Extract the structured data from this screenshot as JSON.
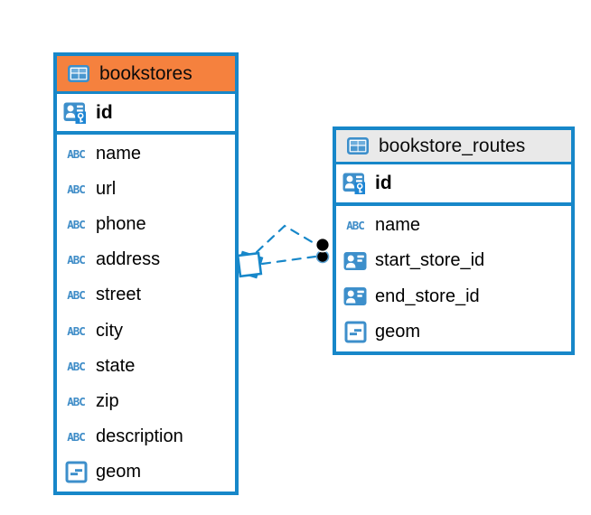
{
  "colors": {
    "table_border": "#1787C9",
    "bookstores_header_bg": "#F5813E",
    "routes_header_bg": "#E9E9E9",
    "icon_blue": "#3D8FCB",
    "connector_blue": "#1787C9",
    "connector_dot": "#000000"
  },
  "icons": {
    "text_type_glyph": "ABC"
  },
  "tables": [
    {
      "name": "bookstores",
      "primary_key": {
        "name": "id",
        "icon": "primary-key-icon"
      },
      "columns": [
        {
          "name": "name",
          "icon": "text-type-icon"
        },
        {
          "name": "url",
          "icon": "text-type-icon"
        },
        {
          "name": "phone",
          "icon": "text-type-icon"
        },
        {
          "name": "address",
          "icon": "text-type-icon"
        },
        {
          "name": "street",
          "icon": "text-type-icon"
        },
        {
          "name": "city",
          "icon": "text-type-icon"
        },
        {
          "name": "state",
          "icon": "text-type-icon"
        },
        {
          "name": "zip",
          "icon": "text-type-icon"
        },
        {
          "name": "description",
          "icon": "text-type-icon"
        },
        {
          "name": "geom",
          "icon": "object-type-icon"
        }
      ]
    },
    {
      "name": "bookstore_routes",
      "primary_key": {
        "name": "id",
        "icon": "primary-key-icon"
      },
      "columns": [
        {
          "name": "name",
          "icon": "text-type-icon"
        },
        {
          "name": "start_store_id",
          "icon": "id-reference-icon"
        },
        {
          "name": "end_store_id",
          "icon": "id-reference-icon"
        },
        {
          "name": "geom",
          "icon": "object-type-icon"
        }
      ]
    }
  ],
  "relationship": {
    "from_table": "bookstores",
    "to_table": "bookstore_routes",
    "line_style": "dashed",
    "from_marker": "diamond",
    "to_marker": "two-dots"
  }
}
